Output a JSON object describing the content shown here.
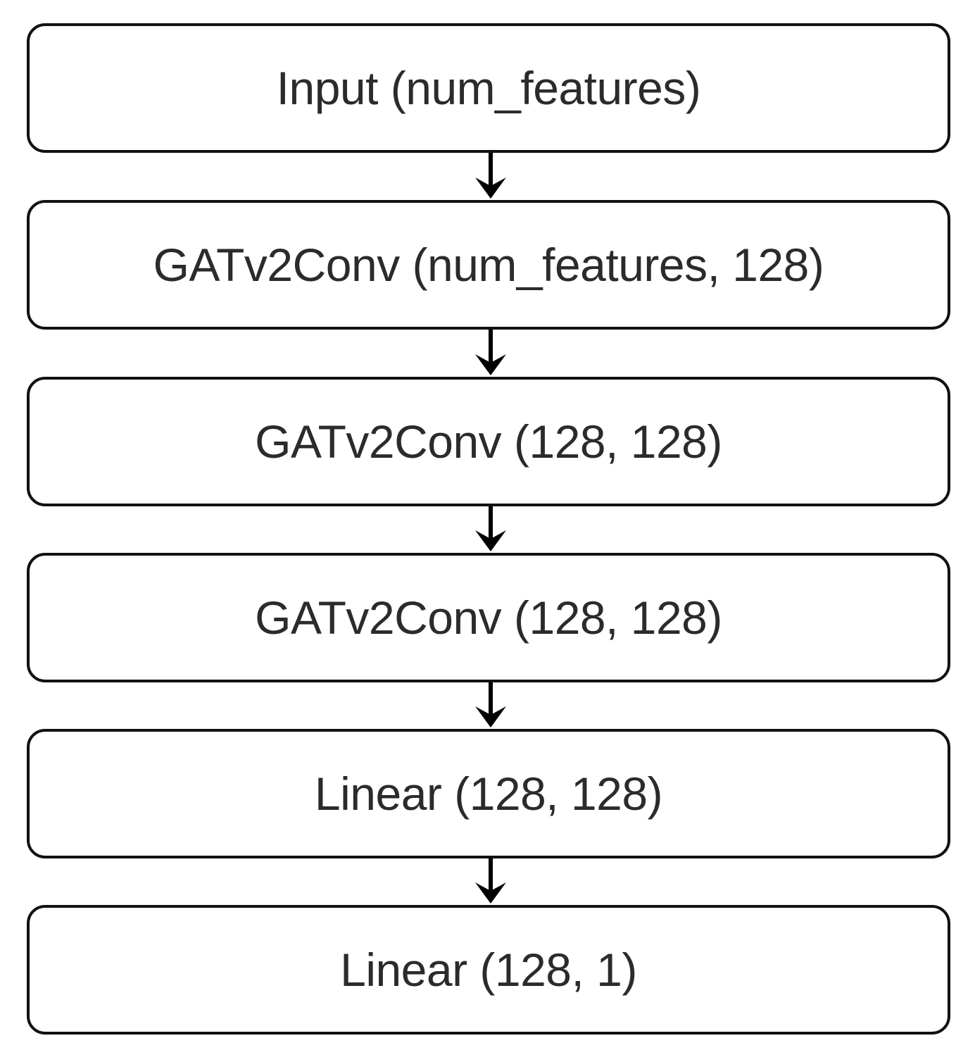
{
  "diagram": {
    "layers": [
      {
        "label": "Input (num_features)"
      },
      {
        "label": "GATv2Conv (num_features, 128)"
      },
      {
        "label": "GATv2Conv (128, 128)"
      },
      {
        "label": "GATv2Conv (128, 128)"
      },
      {
        "label": "Linear (128, 128)"
      },
      {
        "label": "Linear (128, 1)"
      }
    ],
    "edges": [
      {
        "from": 0,
        "to": 1
      },
      {
        "from": 1,
        "to": 2
      },
      {
        "from": 2,
        "to": 3
      },
      {
        "from": 3,
        "to": 4
      },
      {
        "from": 4,
        "to": 5
      }
    ],
    "colors": {
      "border": "#111111",
      "text": "#2b2b2b",
      "arrow": "#000000",
      "background": "#ffffff"
    }
  }
}
